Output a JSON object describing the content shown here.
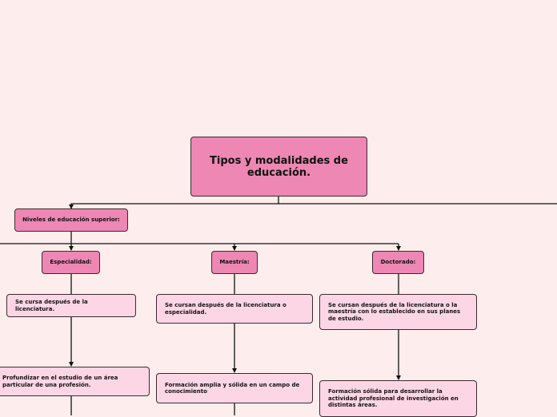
{
  "colors": {
    "background": "#fdeeed",
    "node_primary": "#ee87b4",
    "node_secondary": "#fdd6e6",
    "line": "#111111"
  },
  "diagram": {
    "root": "Tipos y modalidades de educación.",
    "level": "Niveles de educación superior:",
    "especialidad": {
      "title": "Especialidad:",
      "desc": "Se cursa después de la licenciatura.",
      "detail": "Profundizar en el estudio de un área particular de una profesión."
    },
    "maestria": {
      "title": "Maestría:",
      "desc": "Se cursan después de la licenciatura o especialidad.",
      "detail": "Formación amplia y sólida en un campo de conocimiento"
    },
    "doctorado": {
      "title": "Doctorado:",
      "desc": "Se cursan después de la licenciatura o la maestría con lo establecido en sus planes de estudio.",
      "detail": "Formación sólida para desarrollar la actividad profesional de investigación en distintas áreas."
    }
  }
}
